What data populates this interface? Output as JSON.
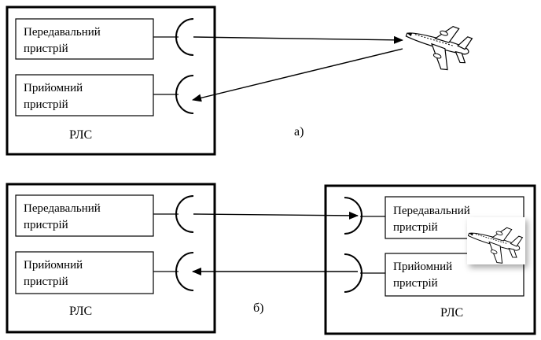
{
  "diagram_a": {
    "transmitter_line1": "Передавальний",
    "transmitter_line2": "пристрій",
    "receiver_line1": "Прийомний",
    "receiver_line2": "пристрій",
    "station_label": "РЛС",
    "caption": "а)"
  },
  "diagram_b": {
    "left": {
      "transmitter_line1": "Передавальний",
      "transmitter_line2": "пристрій",
      "receiver_line1": "Прийомний",
      "receiver_line2": "пристрій",
      "station_label": "РЛС"
    },
    "right": {
      "transmitter_line1": "Передавальний",
      "transmitter_line2": "пристрій",
      "receiver_line1": "Прийомний",
      "receiver_line2": "пристрій",
      "station_label": "РЛС"
    },
    "caption": "б)"
  },
  "icons": {
    "aircraft": "airplane-icon",
    "antenna": "antenna-dish-icon"
  }
}
